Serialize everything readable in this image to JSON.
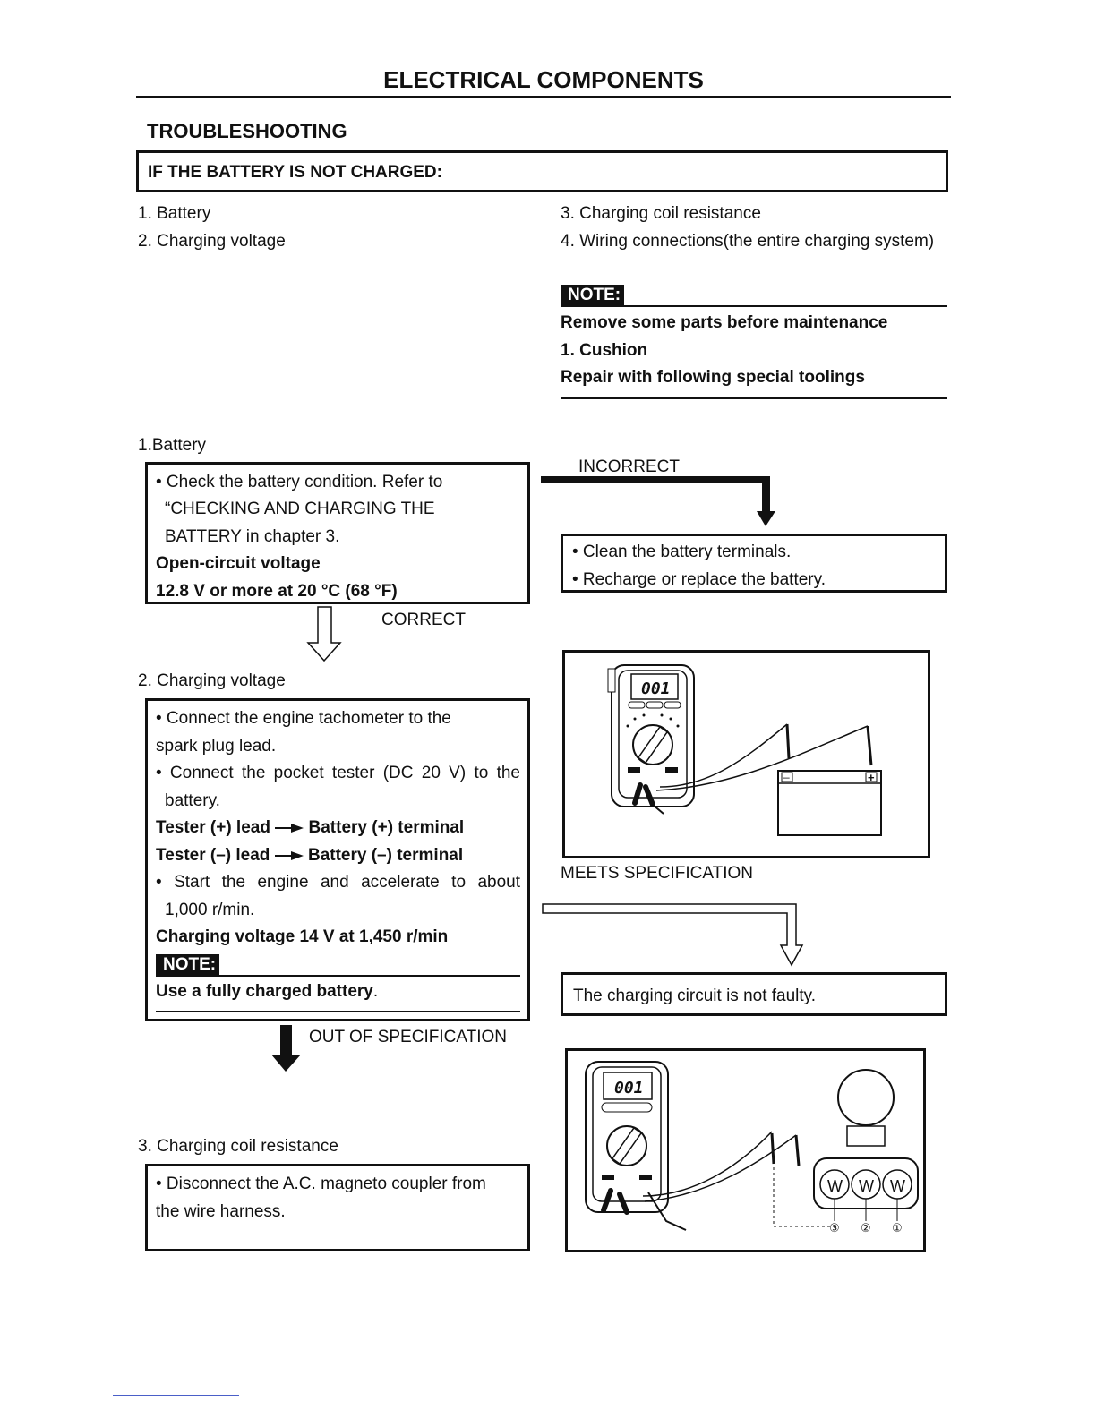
{
  "header": {
    "title": "ELECTRICAL COMPONENTS",
    "section": "TROUBLESHOOTING"
  },
  "banner": "IF THE BATTERY IS NOT CHARGED:",
  "checklist": {
    "left": [
      "1. Battery",
      "2. Charging voltage"
    ],
    "right": [
      "3. Charging coil resistance",
      "4. Wiring connections(the entire charging system)"
    ]
  },
  "note_top": {
    "tag": "NOTE",
    "colon": ":",
    "lines": [
      "Remove some parts before maintenance",
      "1. Cushion",
      "Repair with following special toolings"
    ]
  },
  "step1": {
    "heading": "1.Battery",
    "lines": [
      "• Check the battery condition. Refer to",
      "“CHECKING AND CHARGING THE",
      "BATTERY in chapter 3."
    ],
    "bold_lines": [
      "Open-circuit voltage",
      "12.8 V or more at 20 °C (68 °F)"
    ],
    "incorrect_label": "INCORRECT",
    "correct_label": "CORRECT",
    "remedy": [
      "• Clean the battery terminals.",
      "• Recharge or replace the battery."
    ]
  },
  "step2": {
    "heading": "2. Charging voltage",
    "lines_a": [
      "• Connect the engine tachometer to the",
      "spark plug lead."
    ],
    "line_b": "• Connect the pocket tester (DC 20 V) to the",
    "line_b2": "battery.",
    "leads": [
      {
        "from": "Tester (+) lead",
        "to": "Battery (+) terminal"
      },
      {
        "from": "Tester (–) lead",
        "to": "Battery (–) terminal"
      }
    ],
    "line_c": "• Start the engine and accelerate to about",
    "line_c2": "1,000 r/min.",
    "spec": "Charging voltage 14 V at 1,450 r/min",
    "note_tag": "NOTE",
    "note_colon": ":",
    "note_bold": "Use a fully charged battery",
    "note_end": ".",
    "meets_label": "MEETS SPECIFICATION",
    "out_label": "OUT OF SPECIFICATION",
    "ok_text": "The charging circuit is not faulty."
  },
  "step3": {
    "heading": "3. Charging coil resistance",
    "lines": [
      "• Disconnect the A.C. magneto coupler from",
      "the wire harness."
    ]
  },
  "figure1": {
    "display": "001",
    "plus": "+",
    "minus": "–"
  },
  "figure2": {
    "display": "001",
    "pins": [
      "W",
      "W",
      "W"
    ],
    "numbers": [
      "③",
      "②",
      "①"
    ]
  }
}
